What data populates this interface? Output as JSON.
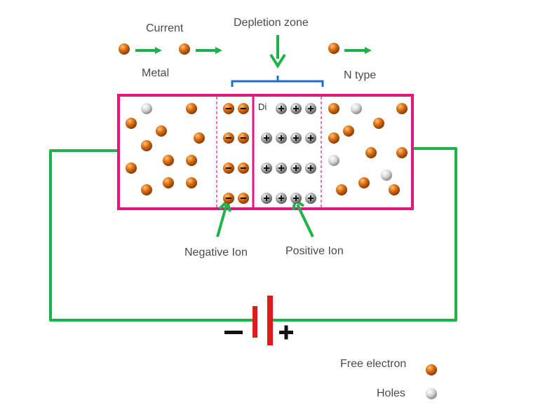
{
  "labels": {
    "current": "Current",
    "depletion_zone": "Depletion zone",
    "metal": "Metal",
    "n_type": "N type",
    "di": "Di",
    "negative_ion": "Negative Ion",
    "positive_ion": "Positive Ion",
    "battery_minus": "−",
    "battery_plus": "+"
  },
  "legend": {
    "free_electron": "Free electron",
    "holes": "Holes"
  },
  "colors": {
    "wire": "#1db34a",
    "box": "#e0177d",
    "depletion_bracket": "#1a6fcf",
    "arrow": "#1db34a",
    "battery": "#e01a1a",
    "electron": "#d9650f",
    "hole": "#d8d8d8",
    "ion_negative": "#d9650f",
    "ion_positive": "#a8a8a8"
  },
  "icons": {
    "electron": "orange-sphere",
    "hole": "grey-sphere",
    "negative_ion": "orange-sphere-minus",
    "positive_ion": "grey-sphere-plus"
  }
}
